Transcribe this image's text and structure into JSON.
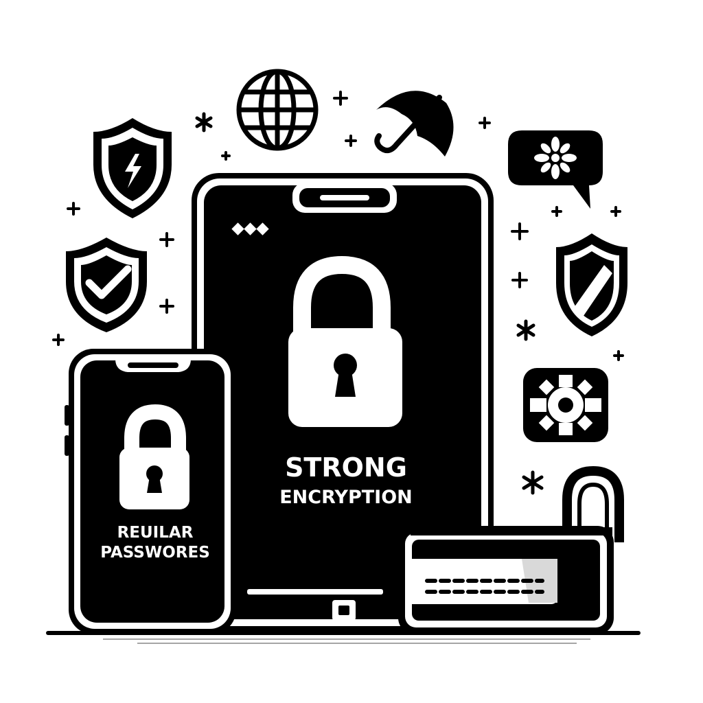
{
  "tablet": {
    "line1": "STRONG",
    "line2": "ENCRYPTION"
  },
  "phone": {
    "line1": "REUILAR",
    "line2": "PASSWORES"
  },
  "colors": {
    "ink": "#000000",
    "paper": "#ffffff",
    "card_highlight": "#d9d9d9"
  },
  "icons": [
    "globe-icon",
    "umbrella-icon",
    "lightning-shield-icon",
    "checkmark-shield-icon",
    "chat-bubble-icon",
    "striped-shield-icon",
    "gear-icon",
    "padlock-icon",
    "credit-card-icon",
    "sparkle-icon"
  ]
}
